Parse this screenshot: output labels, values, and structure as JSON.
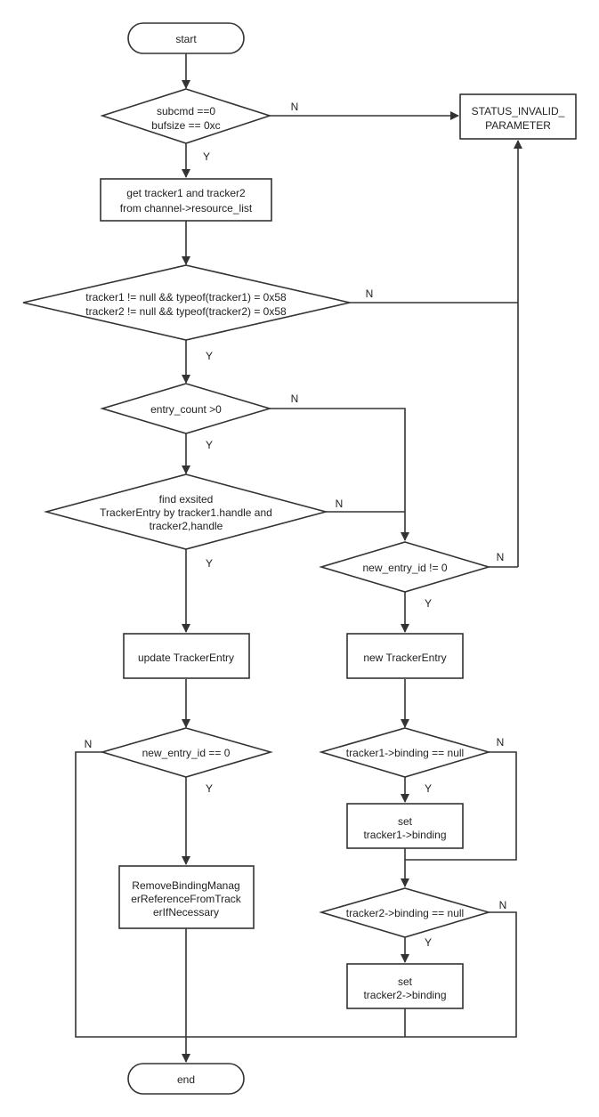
{
  "nodes": {
    "start": "start",
    "check_subcmd_l1": "subcmd ==0",
    "check_subcmd_l2": "bufsize == 0xc",
    "status_invalid_l1": "STATUS_INVALID_",
    "status_invalid_l2": "PARAMETER",
    "get_trackers_l1": "get tracker1 and tracker2",
    "get_trackers_l2": "from channel->resource_list",
    "check_trackers_l1": "tracker1 != null && typeof(tracker1) = 0x58",
    "check_trackers_l2": "tracker2 != null && typeof(tracker2) = 0x58",
    "entry_count": "entry_count >0",
    "find_entry_l1": "find exsited",
    "find_entry_l2": "TrackerEntry by tracker1.handle and",
    "find_entry_l3": "tracker2,handle",
    "new_entry_id_ne": "new_entry_id != 0",
    "update_entry": "update TrackerEntry",
    "new_entry": "new TrackerEntry",
    "new_entry_id_eq": "new_entry_id == 0",
    "t1_binding_check": "tracker1->binding == null",
    "set_t1_l1": "set",
    "set_t1_l2": "tracker1->binding",
    "remove_binding_l1": "RemoveBindingManag",
    "remove_binding_l2": "erReferenceFromTrack",
    "remove_binding_l3": "erIfNecessary",
    "t2_binding_check": "tracker2->binding == null",
    "set_t2_l1": "set",
    "set_t2_l2": "tracker2->binding",
    "end": "end"
  },
  "labels": {
    "yes": "Y",
    "no": "N"
  },
  "colors": {
    "stroke": "#333333",
    "fill": "#ffffff",
    "text": "#222222"
  }
}
